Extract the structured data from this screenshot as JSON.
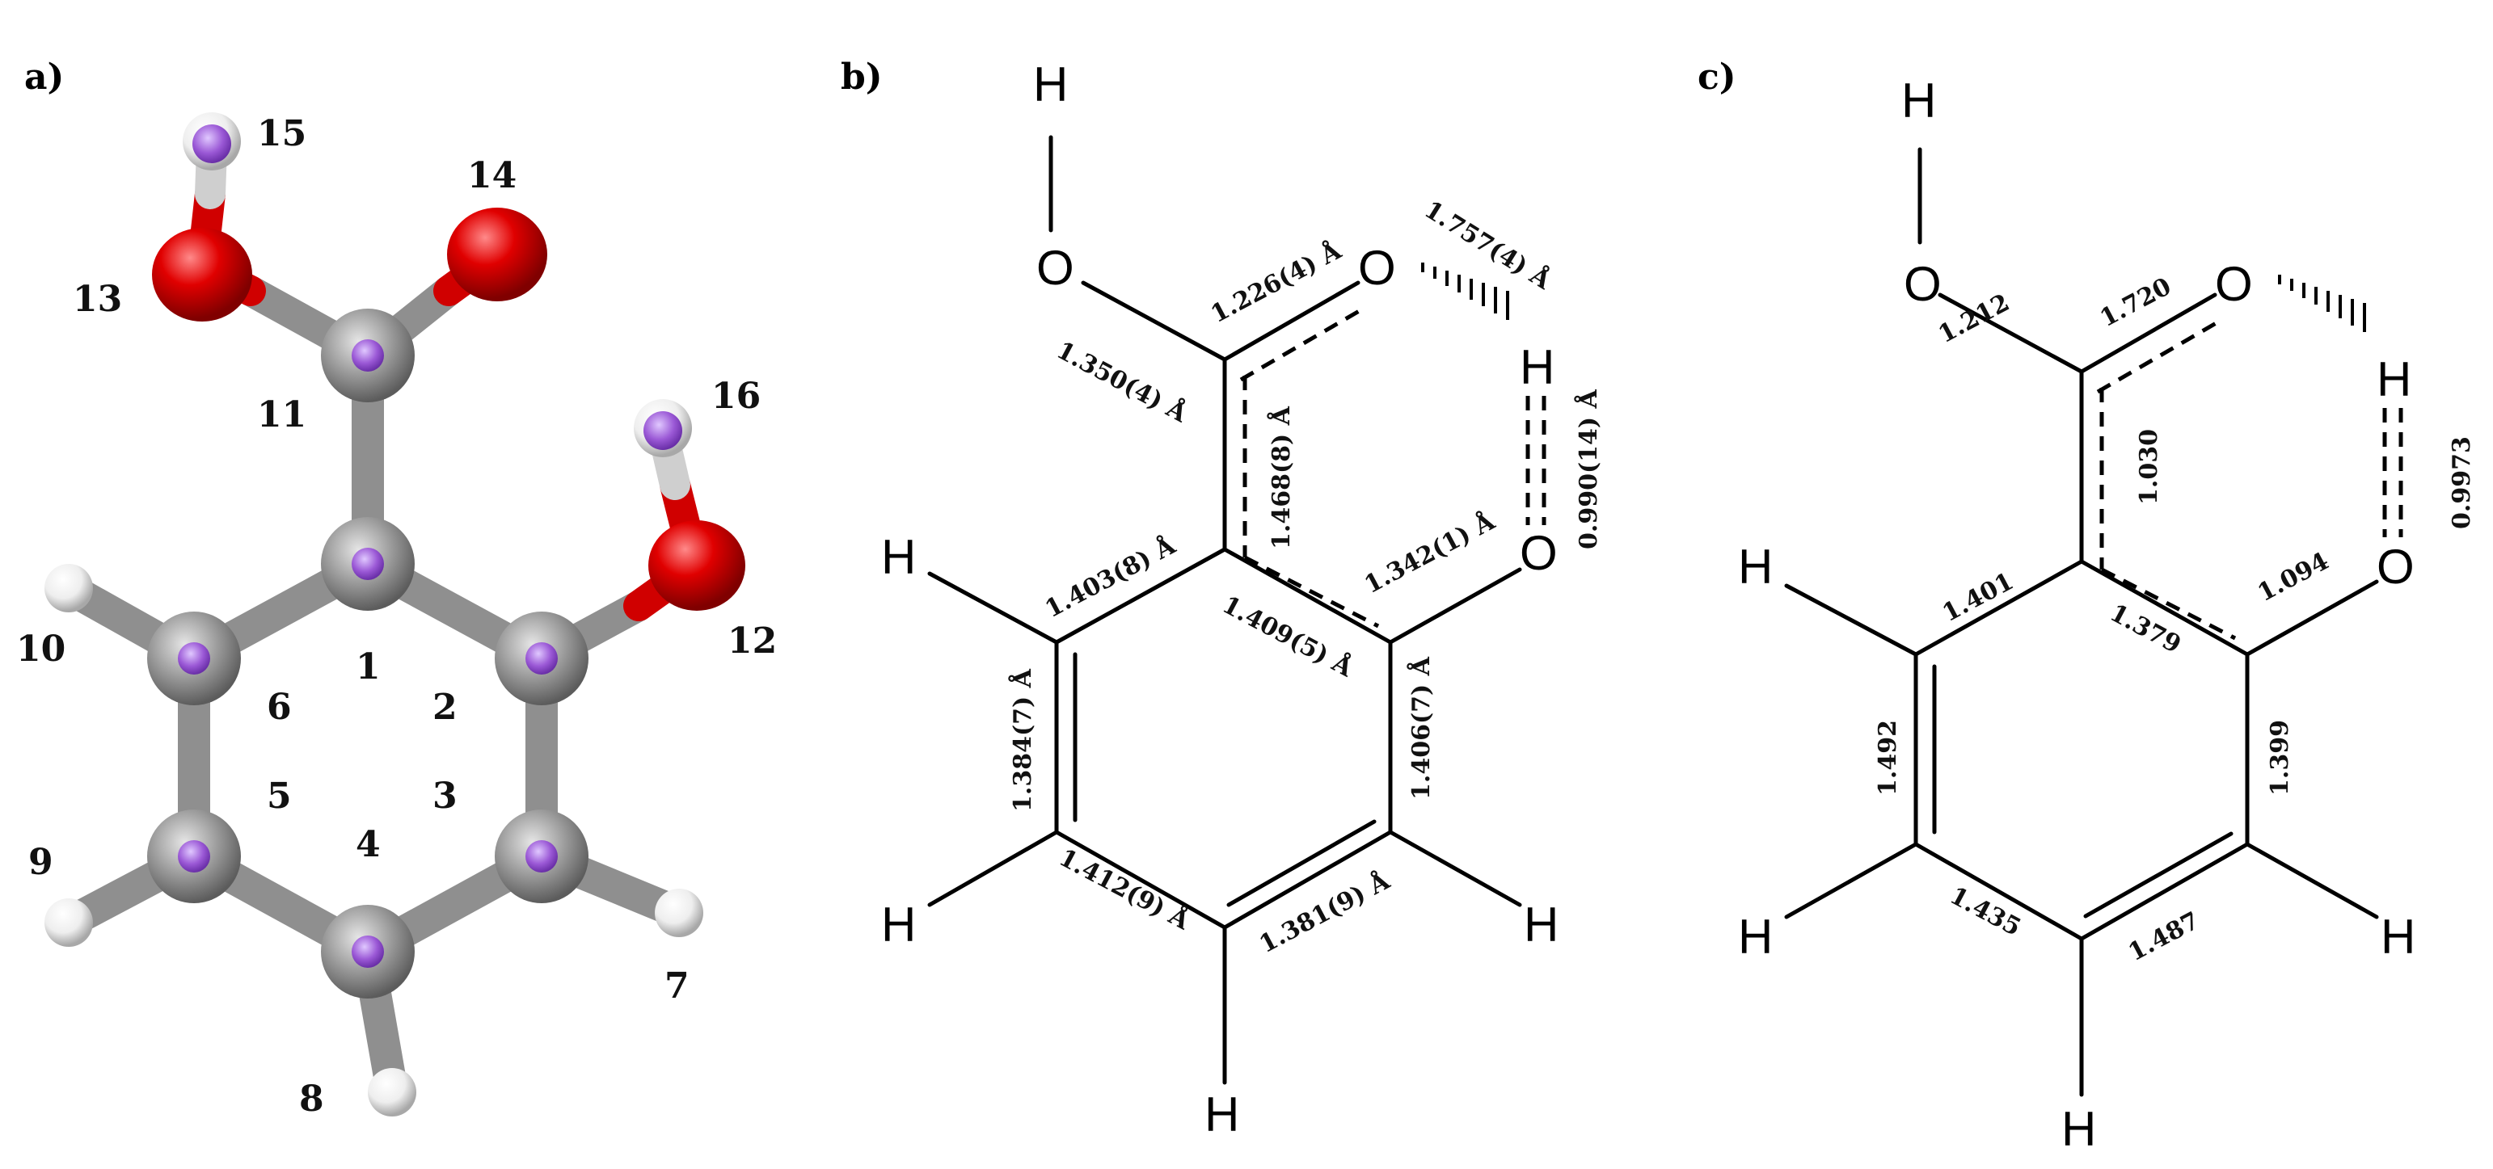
{
  "panels": {
    "a": {
      "label": "a)"
    },
    "b": {
      "label": "b)"
    },
    "c": {
      "label": "c)"
    }
  },
  "model3d": {
    "atom_numbers": [
      "1",
      "2",
      "3",
      "4",
      "5",
      "6",
      "7",
      "8",
      "9",
      "10",
      "11",
      "12",
      "13",
      "14",
      "15",
      "16"
    ],
    "colors": {
      "carbon": "#9a9a9a",
      "carbon_marker": "#9b59d6",
      "oxygen": "#e00000",
      "hydrogen": "#f2f2f2",
      "hydrogen_marker": "#b07be8"
    }
  },
  "structure_b": {
    "elements": {
      "O_hydroxyl": "O",
      "H_hydroxyl": "H",
      "O_carbonyl": "O",
      "H_bridge": "H",
      "O_phenol": "O",
      "H_left_top": "H",
      "H_left_bottom": "H",
      "H_bottom": "H",
      "H_right_bottom": "H"
    },
    "bond_lengths": {
      "c11_o13": "1.350(4) Å",
      "c11_o14": "1.226(4) Å",
      "o14_h_hbond": "1.757(4) Å",
      "o12_h16": "0.990(14) Å",
      "c1_c11": "1.468(8) Å",
      "c2_o12": "1.342(1) Å",
      "c1_c6": "1.403(8) Å",
      "c1_c2": "1.409(5) Å",
      "c6_c5": "1.384(7) Å",
      "c2_c3": "1.406(7) Å",
      "c5_c4": "1.412(9) Å",
      "c4_c3": "1.381(9) Å"
    }
  },
  "structure_c": {
    "elements": {
      "O_hydroxyl": "O",
      "H_hydroxyl": "H",
      "O_carbonyl": "O",
      "H_bridge": "H",
      "O_phenol": "O",
      "H_left_top": "H",
      "H_left_bottom": "H",
      "H_bottom": "H",
      "H_right_bottom": "H"
    },
    "bond_lengths": {
      "c11_o13": "1.212",
      "c11_o14": "1.720",
      "o12_h16": "0.9973",
      "c1_c11": "1.030",
      "c2_o12": "1.094",
      "c1_c6": "1.401",
      "c1_c2": "1.379",
      "c6_c5": "1.492",
      "c2_c3": "1.399",
      "c5_c4": "1.435",
      "c4_c3": "1.487"
    }
  }
}
